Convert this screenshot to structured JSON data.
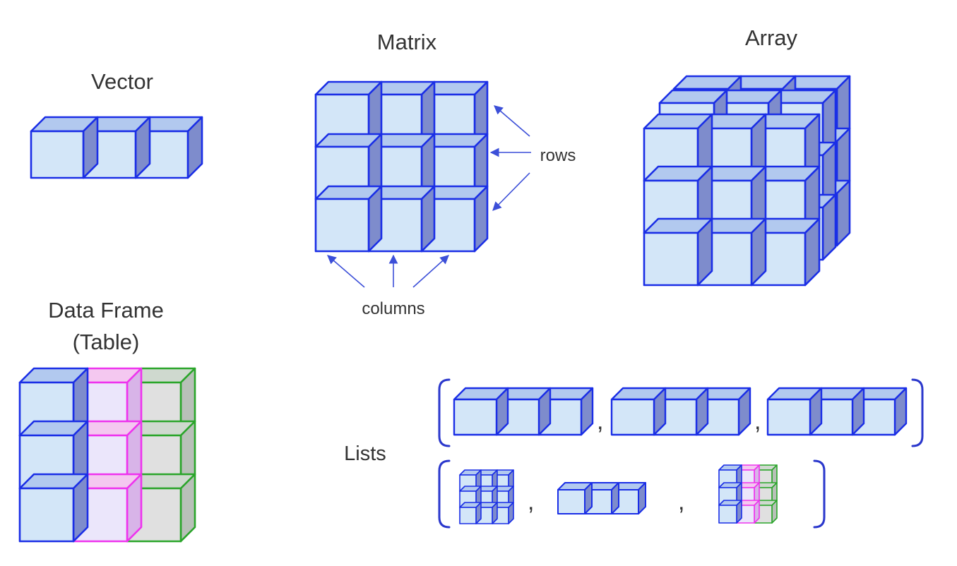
{
  "labels": {
    "vector": "Vector",
    "matrix": "Matrix",
    "array": "Array",
    "rows": "rows",
    "columns": "columns",
    "data_frame_line1": "Data Frame",
    "data_frame_line2": "(Table)",
    "lists": "Lists",
    "separator": ","
  },
  "colors": {
    "cube_front": "#d3e6f8",
    "cube_top": "#b2c9ef",
    "cube_side": "#7e8ccc",
    "cube_edge": "#1a2ee6",
    "pink_front": "#ebe6fb",
    "pink_top": "#f4c8f0",
    "pink_side": "#d8b4e8",
    "pink_edge": "#ee33ee",
    "gray_front": "#e0e0e0",
    "gray_top": "#cfd9cf",
    "gray_side": "#b8c0b8",
    "gray_edge": "#2aa52a",
    "arrow": "#3c4fd8",
    "bracket": "#2a37cc"
  }
}
